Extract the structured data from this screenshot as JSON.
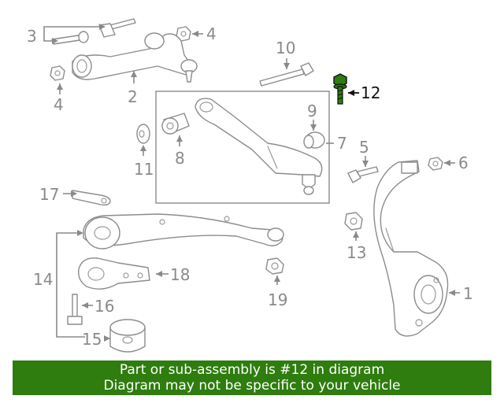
{
  "diagram": {
    "callouts": [
      "1",
      "2",
      "3",
      "4",
      "4",
      "5",
      "6",
      "7",
      "8",
      "9",
      "10",
      "11",
      "12",
      "13",
      "14",
      "15",
      "16",
      "17",
      "18",
      "19"
    ],
    "highlighted_part": "12",
    "colors": {
      "line": "#8c8c8c",
      "label": "#8a8a8a",
      "highlight": "#2e7d0e",
      "banner": "#2e7d0e"
    }
  },
  "banner": {
    "line1": "Part or sub-assembly is #12 in diagram",
    "line2": "Diagram may not be specific to your vehicle"
  }
}
